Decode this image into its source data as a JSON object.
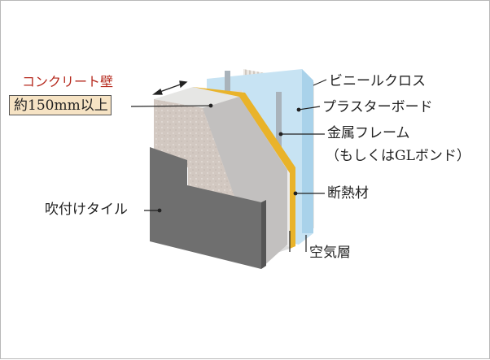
{
  "labels": {
    "concrete_wall": "コンクリート壁",
    "concrete_thickness": "約150mm以上",
    "vinyl_cloth": "ビニールクロス",
    "plaster_board": "プラスターボード",
    "metal_frame": "金属フレーム",
    "gl_bond": "（もしくはGLボンド）",
    "insulation": "断熱材",
    "spray_tile": "吹付けタイル",
    "air_layer": "空気層"
  },
  "colors": {
    "concrete_face": "#cfc4bd",
    "concrete_side": "#a7a4a2",
    "tile_face": "#6f6f6f",
    "insulation_strip": "#e9b32a",
    "board_blue": "#c7e3f3",
    "cloth_stripes": "#d9d4ce",
    "title_red": "#b5281c",
    "callout_fill": "#f6e3c4"
  }
}
